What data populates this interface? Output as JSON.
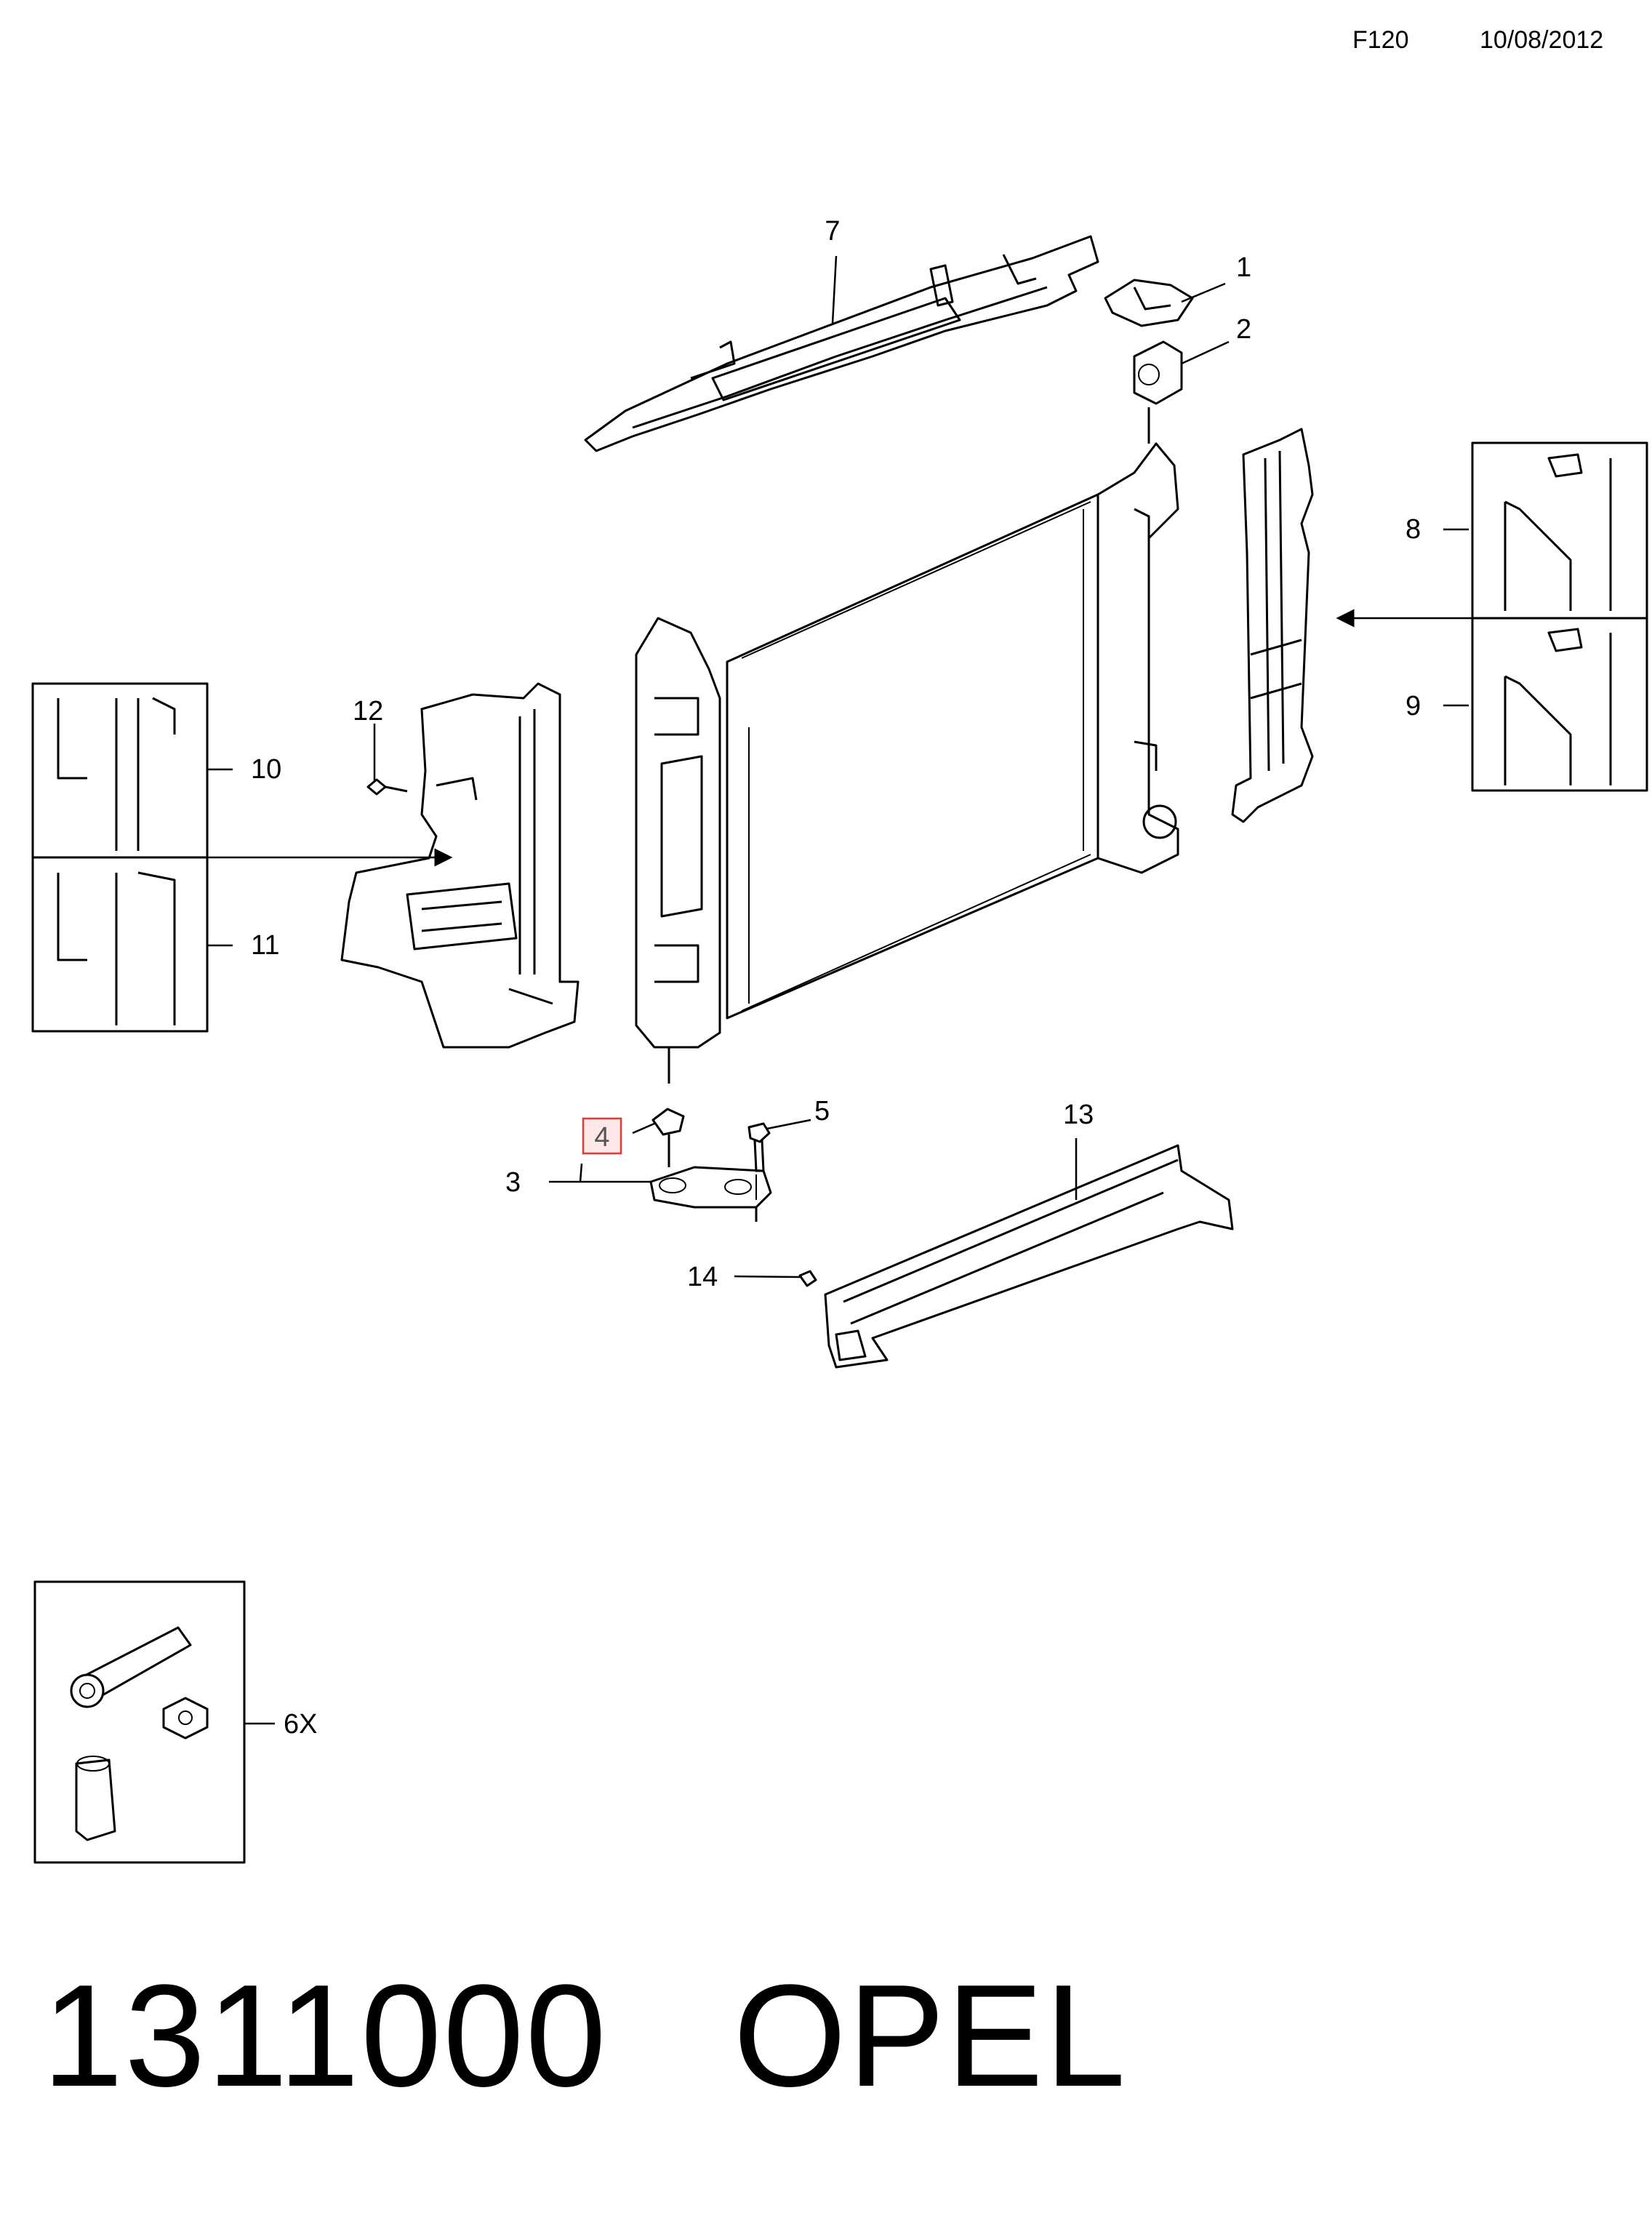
{
  "header": {
    "code": "F120",
    "date": "10/08/2012"
  },
  "callouts": {
    "c1": "1",
    "c2": "2",
    "c3": "3",
    "c4": "4",
    "c5": "5",
    "c6": "6X",
    "c7": "7",
    "c8": "8",
    "c9": "9",
    "c10": "10",
    "c11": "11",
    "c12": "12",
    "c13": "13",
    "c14": "14"
  },
  "highlight_color": "#e53935",
  "footer": {
    "part_number": "1311000",
    "brand": "OPEL"
  }
}
